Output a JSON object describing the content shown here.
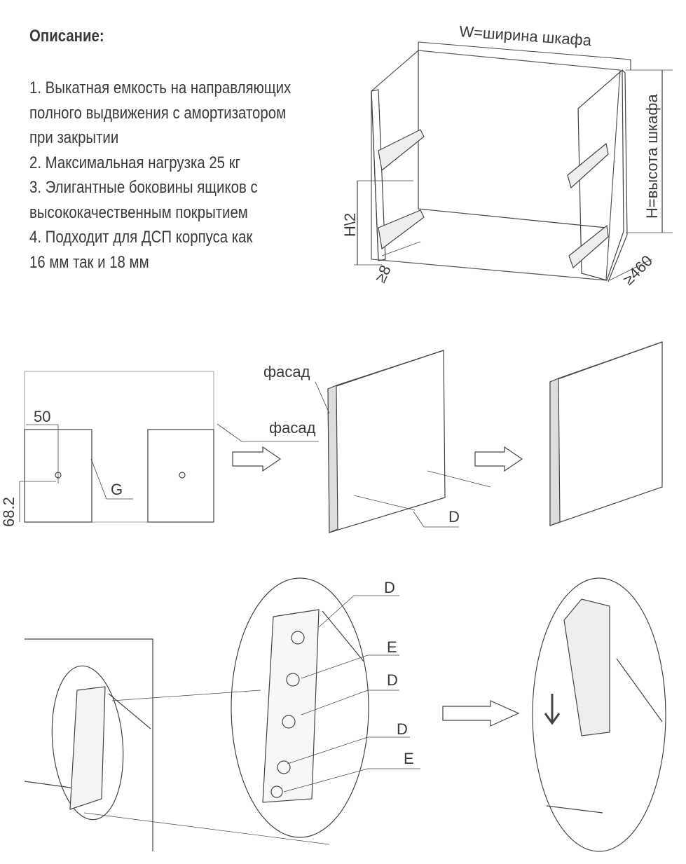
{
  "description": {
    "title": "Описание:",
    "lines": [
      "1. Выкатная емкость на направляющих",
      "полного выдвижения с амортизатором",
      "при закрытии",
      "2. Максимальная нагрузка 25 кг",
      "3. Элигантные боковины ящиков с",
      "высококачественным покрытием",
      "4. Подходит для ДСП корпуса как",
      "16 мм так и 18 мм"
    ]
  },
  "cabinet": {
    "width_label": "W=ширина шкафа",
    "height_label": "H=высота шкафа",
    "half_height_label": "H\\2",
    "min_offset_label": "≥8",
    "min_depth_label": "≥460"
  },
  "facade_step": {
    "dim_50": "50",
    "dim_68": "68.2",
    "label_g": "G",
    "facade_label_1": "фасад",
    "facade_label_2": "фасад",
    "label_d": "D"
  },
  "bracket_step": {
    "labels": [
      "D",
      "E",
      "D",
      "D",
      "E"
    ]
  }
}
